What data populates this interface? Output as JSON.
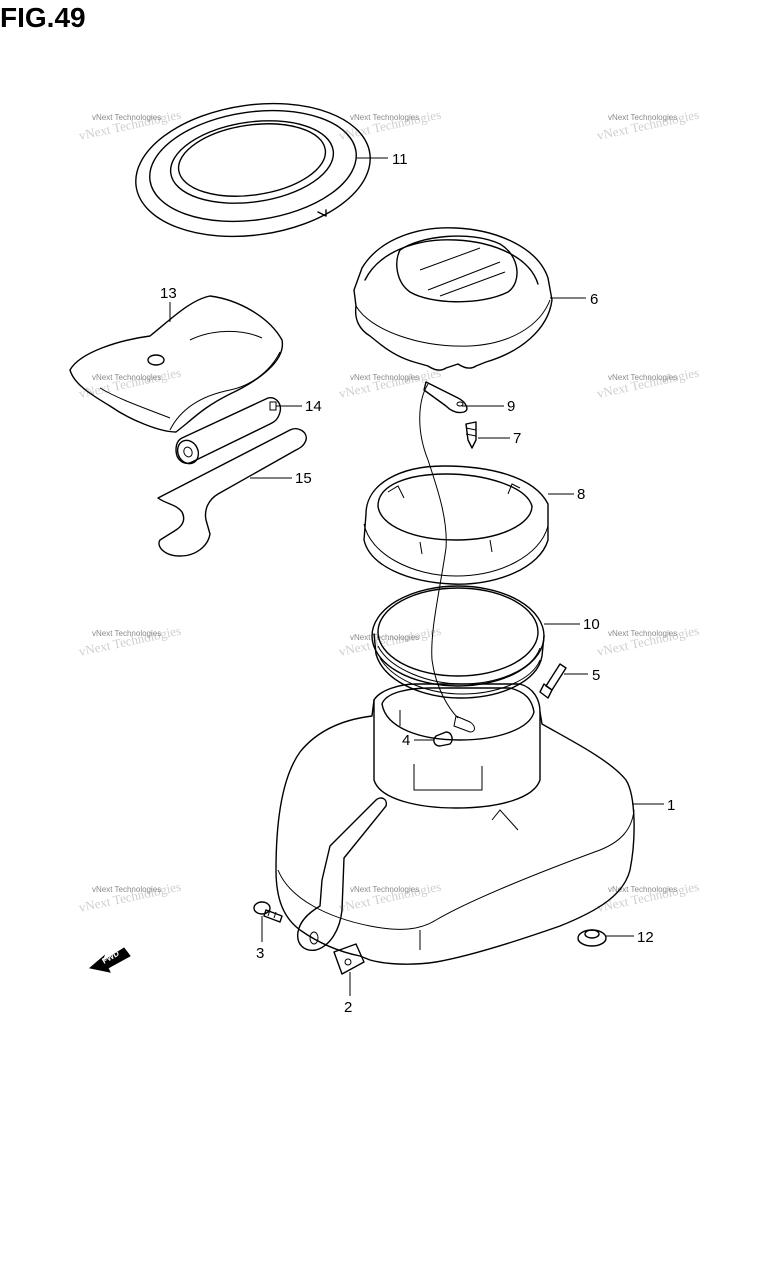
{
  "figure": {
    "title": "FIG.49"
  },
  "watermark": {
    "text": "vNext Technologies"
  },
  "fwd_label": "FWD",
  "callouts": [
    {
      "id": "1",
      "label": "1"
    },
    {
      "id": "2",
      "label": "2"
    },
    {
      "id": "3",
      "label": "3"
    },
    {
      "id": "4",
      "label": "4"
    },
    {
      "id": "5",
      "label": "5"
    },
    {
      "id": "6",
      "label": "6"
    },
    {
      "id": "7",
      "label": "7"
    },
    {
      "id": "8",
      "label": "8"
    },
    {
      "id": "9",
      "label": "9"
    },
    {
      "id": "10",
      "label": "10"
    },
    {
      "id": "11",
      "label": "11"
    },
    {
      "id": "12",
      "label": "12"
    },
    {
      "id": "13",
      "label": "13"
    },
    {
      "id": "14",
      "label": "14"
    },
    {
      "id": "15",
      "label": "15"
    }
  ]
}
